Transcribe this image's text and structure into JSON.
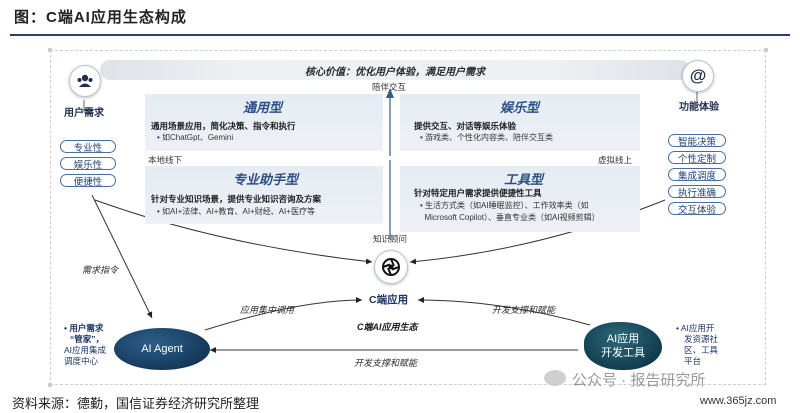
{
  "title": "图：C端AI应用生态构成",
  "core_value": "核心价值：优化用户体验，满足用户需求",
  "user_needs": {
    "label": "用户需求",
    "items": [
      "专业性",
      "娱乐性",
      "便捷性"
    ]
  },
  "function_experience": {
    "label": "功能体验",
    "icon_glyph": "@",
    "items": [
      "智能决策",
      "个性定制",
      "集成调度",
      "执行准确",
      "交互体验"
    ]
  },
  "axes": {
    "top": "陪伴交互",
    "left": "本地线下",
    "right": "虚拟线上",
    "bottom": "知识顾问"
  },
  "quadrants": {
    "general": {
      "title": "通用型",
      "head": "通用场景应用，简化决策、指令和执行",
      "items": [
        "• 如ChatGpt、Gemini"
      ]
    },
    "entertainment": {
      "title": "娱乐型",
      "head": "提供交互、对话等娱乐体验",
      "items": [
        "• 游戏类、个性化内容类、陪伴交互类"
      ]
    },
    "professional": {
      "title": "专业助手型",
      "head": "针对专业知识场景，提供专业知识咨询及方案",
      "items": [
        "• 如AI+法律、AI+教育、AI+财经、AI+医疗等"
      ]
    },
    "tools": {
      "title": "工具型",
      "head": "针对特定用户需求提供便捷性工具",
      "items": [
        "• 生活方式类（如AI睡眠监控）、工作效率类（如",
        "  Microsoft Copilot）、垂直专业类（如AI视频剪辑）"
      ]
    }
  },
  "hub": {
    "label": "C端应用",
    "ecosystem": "C端AI应用生态"
  },
  "arrows": {
    "demand": "需求指令",
    "app_call": "应用集中调用",
    "dev_support_right": "开发支撑和赋能",
    "dev_support_bottom": "开发支撑和赋能"
  },
  "agent": {
    "label": "AI Agent",
    "note": [
      "• 用户需求",
      "“管家”，",
      "AI应用集成",
      "调度中心"
    ]
  },
  "dev_tools": {
    "label_line1": "AI应用",
    "label_line2": "开发工具",
    "note": [
      "• AI应用开",
      "发资源社",
      "区、工具",
      "平台"
    ]
  },
  "source": "资料来源：德勤，国信证券经济研究所整理",
  "watermark": {
    "text": "公众号 · 报告研究所",
    "url": "www.365jz.com"
  },
  "colors": {
    "accent": "#2d4f86",
    "pill_border": "#4a6ea0",
    "agent_blob": "#16395a",
    "tools_blob": "#123d4f"
  }
}
